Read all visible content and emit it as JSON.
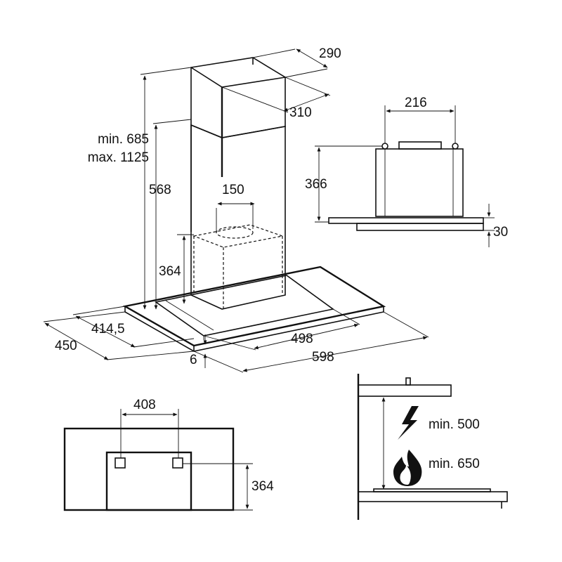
{
  "views": {
    "main": {
      "dim_top_depth": "290",
      "dim_top_width": "310",
      "dim_height_min": "min. 685",
      "dim_height_max": "max. 1125",
      "dim_inner_height": "568",
      "dim_outlet": "150",
      "dim_motor_height": "364",
      "dim_depth_inner": "414,5",
      "dim_depth": "450",
      "dim_glass": "6",
      "dim_width_inner": "498",
      "dim_width": "598"
    },
    "side": {
      "dim_bracket": "216",
      "dim_height": "366",
      "dim_glass_thickness": "30"
    },
    "wall": {
      "dim_holes": "408",
      "dim_height": "364"
    },
    "clearance": {
      "electric_label": "min. 500",
      "gas_label": "min. 650",
      "electric_icon": "lightning-icon",
      "gas_icon": "flame-icon"
    }
  }
}
